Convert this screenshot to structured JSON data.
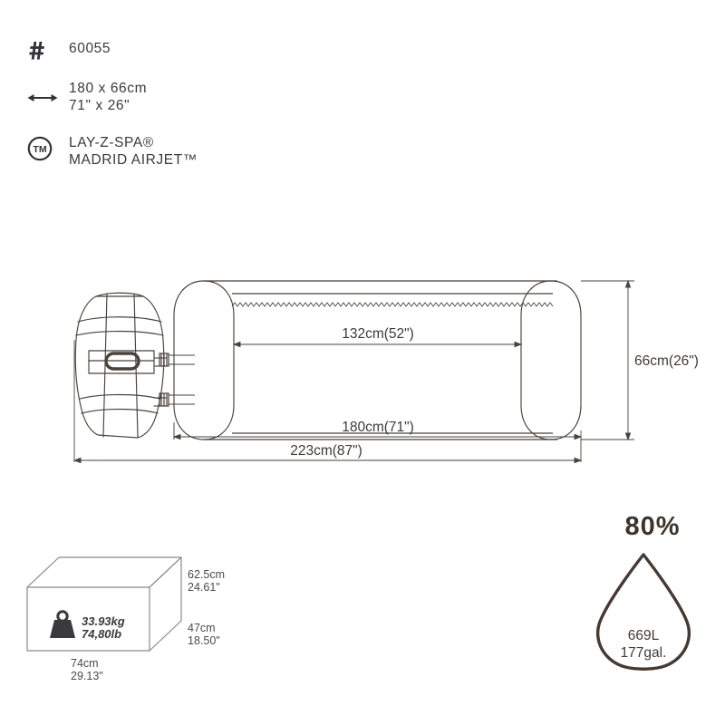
{
  "specs": {
    "items": [
      {
        "icon": "hash-icon",
        "icon_glyph": "#",
        "lines": [
          "60055"
        ],
        "text": "60055"
      },
      {
        "icon": "double-arrow-icon",
        "icon_glyph": "↔",
        "lines": [
          "180 x 66cm",
          "71\" x 26\""
        ],
        "text": "180 x 66cm\n71\" x 26\""
      },
      {
        "icon": "trademark-circle-icon",
        "icon_glyph": "TM",
        "lines": [
          "LAY-Z-SPA®",
          "MADRID AIRJET™"
        ],
        "text": "LAY-Z-SPA®\nMADRID AIRJET™"
      }
    ]
  },
  "main_drawing": {
    "title": "spa-top-view-dimensions",
    "dimensions": {
      "inner_width": "132cm(52\")",
      "spa_width": "180cm(71\")",
      "total_width": "223cm(87\")",
      "depth": "66cm(26\")"
    }
  },
  "carton": {
    "title": "carton-dimensions",
    "weight_kg": "33.93kg",
    "weight_lb": "74,80lb",
    "height_cm": "62.5cm",
    "height_in": "24.61\"",
    "depth_cm": "47cm",
    "depth_in": "18.50\"",
    "width_cm": "74cm",
    "width_in": "29.13\""
  },
  "water": {
    "fill_percent": "80%",
    "volume_litres": "669L",
    "volume_gallons": "177gal."
  },
  "colors": {
    "line": "#4a423b",
    "text": "#3a3a3c",
    "dim_text": "#3f3a36",
    "accent_dark": "#3f342c",
    "background": "#ffffff"
  }
}
